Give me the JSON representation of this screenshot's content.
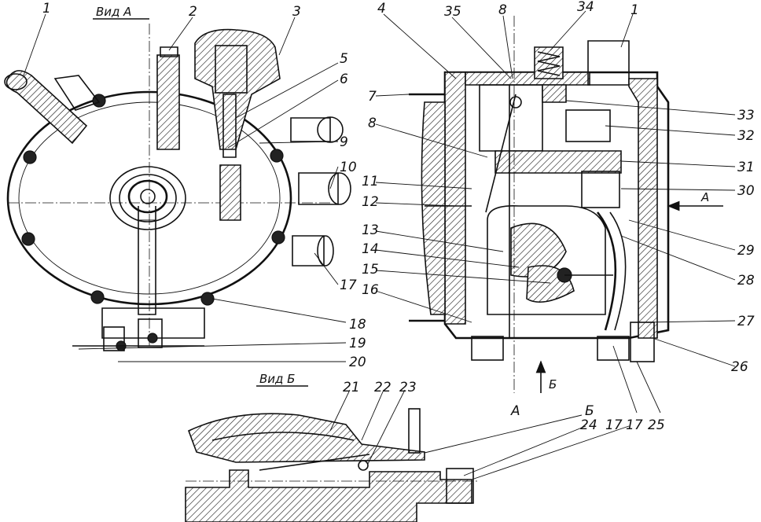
{
  "views": {
    "view_a": "Вид А",
    "view_b": "Вид Б"
  },
  "callouts": {
    "left": [
      "1",
      "2",
      "3",
      "5",
      "6",
      "9",
      "10",
      "17",
      "18",
      "19",
      "20"
    ],
    "right": [
      "4",
      "35",
      "8",
      "34",
      "1",
      "7",
      "8",
      "33",
      "32",
      "31",
      "11",
      "30",
      "12",
      "29",
      "13",
      "14",
      "28",
      "15",
      "16",
      "27",
      "26",
      "17",
      "25"
    ],
    "bottom": [
      "21",
      "22",
      "23",
      "24",
      "17"
    ]
  },
  "section_marks": {
    "section_a": "А",
    "section_b": "Б",
    "arrow_a": "А",
    "arrow_b": "Б"
  }
}
